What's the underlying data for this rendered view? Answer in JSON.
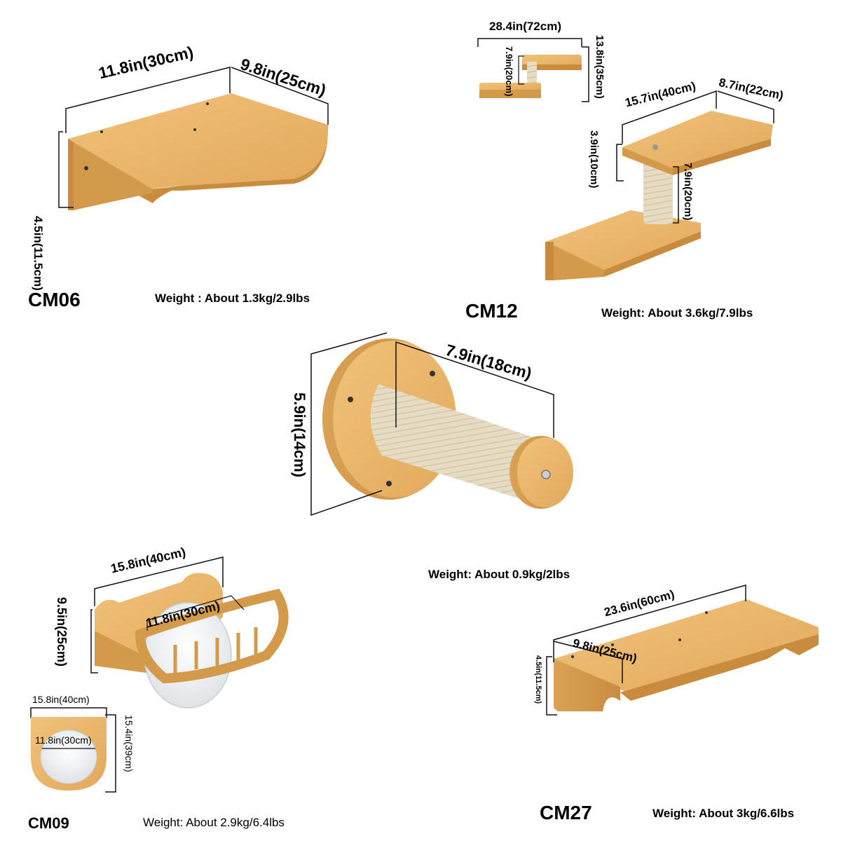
{
  "colors": {
    "wood_top": "#e8b46a",
    "wood_side": "#d49a4c",
    "wood_dark": "#b97a32",
    "sisal": "#e6dcc4",
    "line": "#111111"
  },
  "products": [
    {
      "id": "cm06",
      "model": "CM06",
      "weight": "Weight : About 1.3kg/2.9lbs",
      "dims": {
        "length": "11.8in(30cm)",
        "depth": "9.8in(25cm)",
        "height": "4.5in(11.5cm)"
      }
    },
    {
      "id": "cm12",
      "model": "CM12",
      "weight": "Weight: About 3.6kg/7.9lbs",
      "dims": {
        "overall_width": "28.4in(72cm)",
        "overall_height": "13.8in(35cm)",
        "post_height_small": "7.9in(20cm)",
        "top_width": "15.7in(40cm)",
        "top_depth": "8.7in(22cm)",
        "bracket_height": "3.9in(10cm)",
        "post_height": "7.9in(20cm)"
      }
    },
    {
      "id": "post",
      "model": "",
      "weight": "Weight: About 0.9kg/2lbs",
      "dims": {
        "length": "7.9in(18cm)",
        "diameter": "5.9in(14cm)"
      }
    },
    {
      "id": "cm09",
      "model": "CM09",
      "weight": "Weight: About 2.9kg/6.4lbs",
      "dims": {
        "width": "15.8in(40cm)",
        "height": "9.5in(25cm)",
        "bowl": "11.8in(30cm)",
        "top_width": "15.8in(40cm)",
        "top_bowl": "11.8in(30cm)",
        "top_depth": "15.4in(39cm)"
      }
    },
    {
      "id": "cm27",
      "model": "CM27",
      "weight": "Weight: About 3kg/6.6lbs",
      "dims": {
        "length": "23.6in(60cm)",
        "depth": "9.8in(25cm)",
        "height": "4.5in(11.5cm)"
      }
    }
  ]
}
